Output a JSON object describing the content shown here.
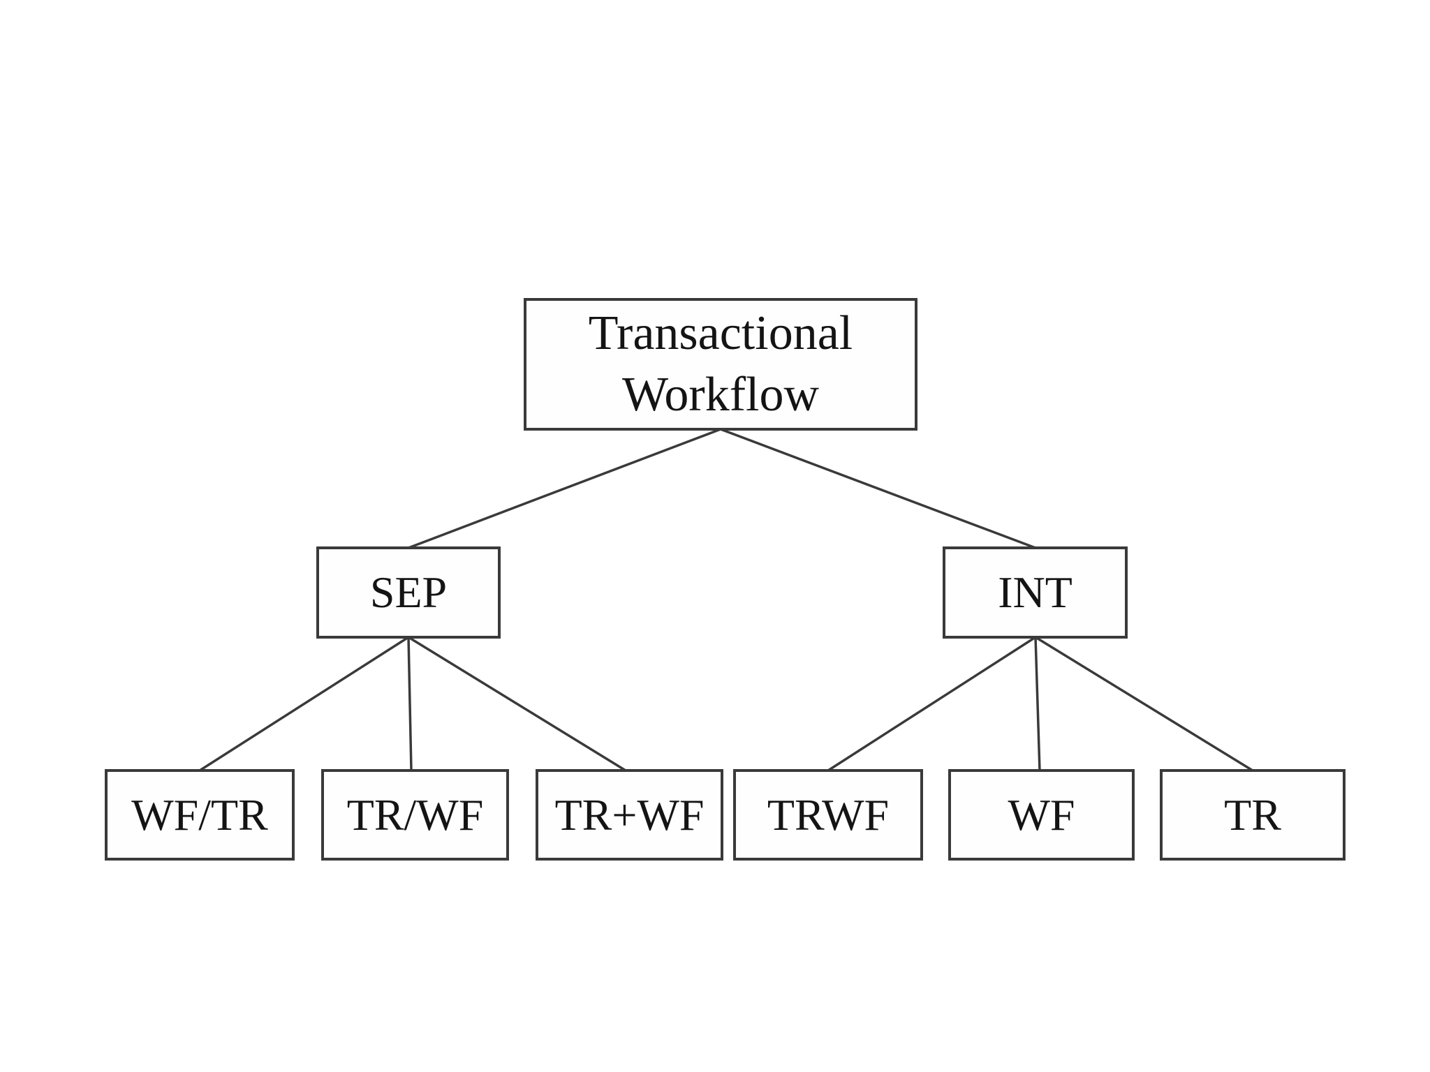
{
  "diagram": {
    "type": "tree",
    "root": {
      "id": "transactional-workflow",
      "label": "Transactional Workflow"
    },
    "level2": [
      {
        "id": "sep",
        "label": "SEP",
        "parent": "transactional-workflow"
      },
      {
        "id": "int",
        "label": "INT",
        "parent": "transactional-workflow"
      }
    ],
    "level3": [
      {
        "id": "wf-tr",
        "label": "WF/TR",
        "parent": "sep"
      },
      {
        "id": "tr-wf",
        "label": "TR/WF",
        "parent": "sep"
      },
      {
        "id": "tr-plus-wf",
        "label": "TR+WF",
        "parent": "sep"
      },
      {
        "id": "trwf",
        "label": "TRWF",
        "parent": "int"
      },
      {
        "id": "wf",
        "label": "WF",
        "parent": "int"
      },
      {
        "id": "tr",
        "label": "TR",
        "parent": "int"
      }
    ],
    "colors": {
      "box_border": "#3a3a3a",
      "connector": "#3a3a3a",
      "text": "#141414",
      "background": "#ffffff"
    }
  }
}
